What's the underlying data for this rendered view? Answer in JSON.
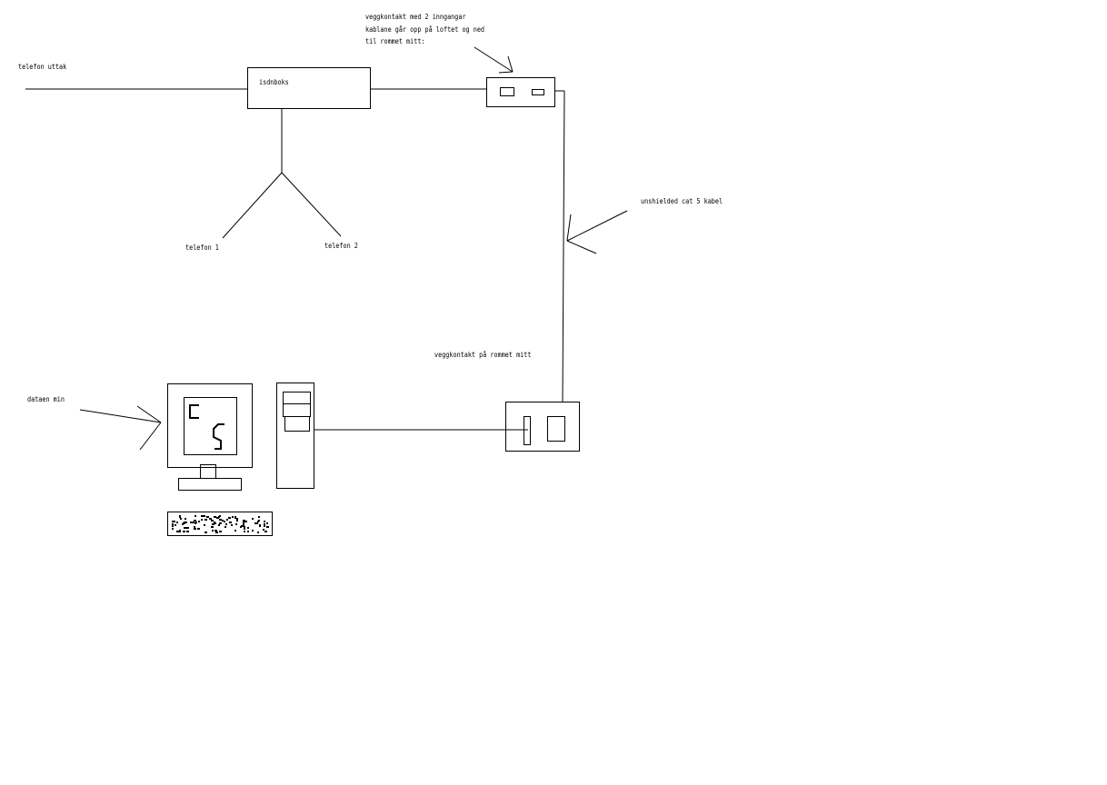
{
  "labels": {
    "telefon_uttak": "telefon uttak",
    "isdnboks": "isdnboks",
    "telefon_1": "telefon 1",
    "telefon_2": "telefon 2",
    "veggkontakt_line1": "veggkontakt med 2 inngangar",
    "veggkontakt_line2": "kablane går opp på loftet og ned",
    "veggkontakt_line3": "til rommet mitt:",
    "cable": "unshielded cat 5 kabel",
    "veggkontakt_rom": "veggkontakt på rommet mitt",
    "dataen": "dataen min"
  },
  "colors": {
    "line": "#000000",
    "background": "#ffffff"
  }
}
